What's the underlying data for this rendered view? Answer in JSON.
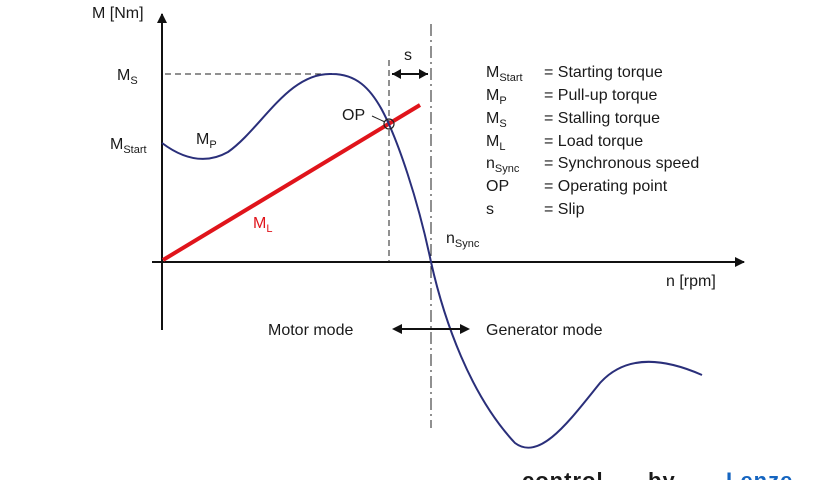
{
  "axes": {
    "y_label": "M [Nm]",
    "x_label": "n [rpm]"
  },
  "labels": {
    "ms": {
      "main": "M",
      "sub": "S"
    },
    "mstart": {
      "main": "M",
      "sub": "Start"
    },
    "mp": {
      "main": "M",
      "sub": "P"
    },
    "ml": {
      "main": "M",
      "sub": "L"
    },
    "op": "OP",
    "s": "s",
    "nsync": {
      "main": "n",
      "sub": "Sync"
    },
    "motor_mode": "Motor mode",
    "generator_mode": "Generator mode"
  },
  "legend": [
    {
      "main": "M",
      "sub": "Start",
      "desc": "= Starting torque"
    },
    {
      "main": "M",
      "sub": "P",
      "desc": "= Pull-up torque"
    },
    {
      "main": "M",
      "sub": "S",
      "desc": "= Stalling torque"
    },
    {
      "main": "M",
      "sub": "L",
      "desc": "= Load torque"
    },
    {
      "main": "n",
      "sub": "Sync",
      "desc": "= Synchronous speed"
    },
    {
      "main": "OP",
      "sub": "",
      "desc": "= Operating point"
    },
    {
      "main": "s",
      "sub": "",
      "desc": "= Slip"
    }
  ],
  "brand": {
    "part1": "control",
    "part2": "by",
    "part3": "Lenze"
  },
  "colors": {
    "torque_curve": "#2a2f7a",
    "load_line": "#e0141b",
    "axis": "#111111",
    "brand_blue": "#1565c0"
  }
}
